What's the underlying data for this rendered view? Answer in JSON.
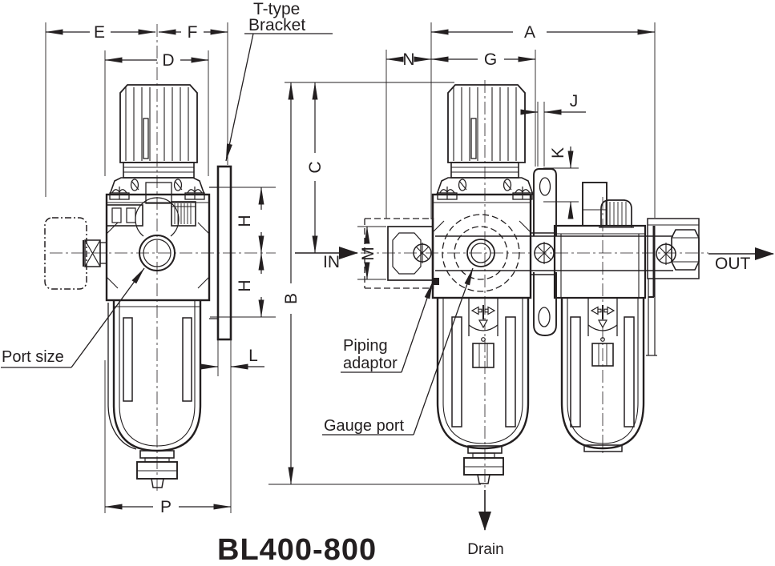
{
  "drawing": {
    "model": "BL400-800",
    "dims": {
      "A": "A",
      "B": "B",
      "C": "C",
      "D": "D",
      "E": "E",
      "F": "F",
      "G": "G",
      "H": "H",
      "J": "J",
      "K": "K",
      "L": "L",
      "M": "M",
      "N": "N",
      "P": "P"
    },
    "labels": {
      "in": "IN",
      "out": "OUT",
      "drain": "Drain",
      "port_size": "Port size",
      "gauge_port": "Gauge port",
      "piping_adaptor_line1": "Piping",
      "piping_adaptor_line2": "adaptor",
      "t_bracket_line1": "T-type",
      "t_bracket_line2": "Bracket"
    },
    "colors": {
      "line": "#231f20",
      "background": "#ffffff"
    }
  }
}
